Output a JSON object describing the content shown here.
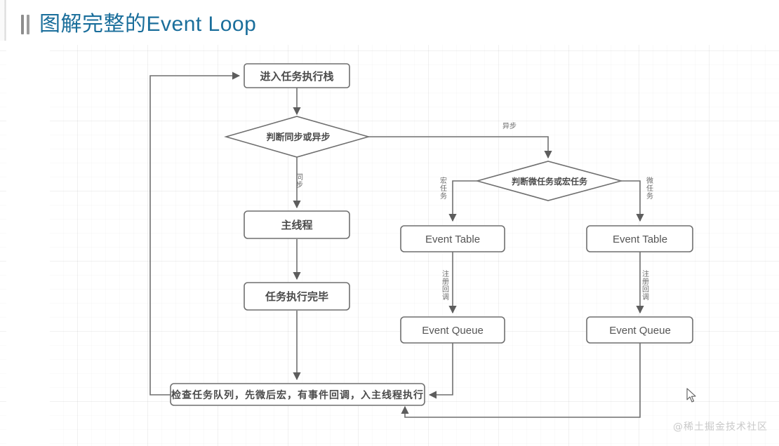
{
  "header": {
    "title": "图解完整的Event Loop",
    "accent_color": "#1a6e9b",
    "marker_icon": "double-bar-icon"
  },
  "diagram": {
    "type": "flowchart",
    "nodes": [
      {
        "id": "enter-stack",
        "shape": "rect",
        "label": "进入任务执行栈"
      },
      {
        "id": "decide-sync",
        "shape": "diamond",
        "label": "判断同步或异步"
      },
      {
        "id": "main-thread",
        "shape": "rect",
        "label": "主线程"
      },
      {
        "id": "task-done",
        "shape": "rect",
        "label": "任务执行完毕"
      },
      {
        "id": "check-queue",
        "shape": "rect",
        "label": "检查任务队列，先微后宏，有事件回调，入主线程执行"
      },
      {
        "id": "decide-micro",
        "shape": "diamond",
        "label": "判断微任务或宏任务"
      },
      {
        "id": "macro-event-table",
        "shape": "rect",
        "label": "Event Table"
      },
      {
        "id": "macro-event-queue",
        "shape": "rect",
        "label": "Event Queue"
      },
      {
        "id": "micro-event-table",
        "shape": "rect",
        "label": "Event Table"
      },
      {
        "id": "micro-event-queue",
        "shape": "rect",
        "label": "Event Queue"
      }
    ],
    "edge_labels": {
      "sync": "同步",
      "async": "异步",
      "macro_task": "宏任务",
      "micro_task": "微任务",
      "register_callback_macro": "注册回调",
      "register_callback_micro": "注册回调"
    },
    "stroke_color": "#6f6f6f",
    "fill_color": "#ffffff"
  },
  "watermark": {
    "text": "@稀土掘金技术社区"
  }
}
